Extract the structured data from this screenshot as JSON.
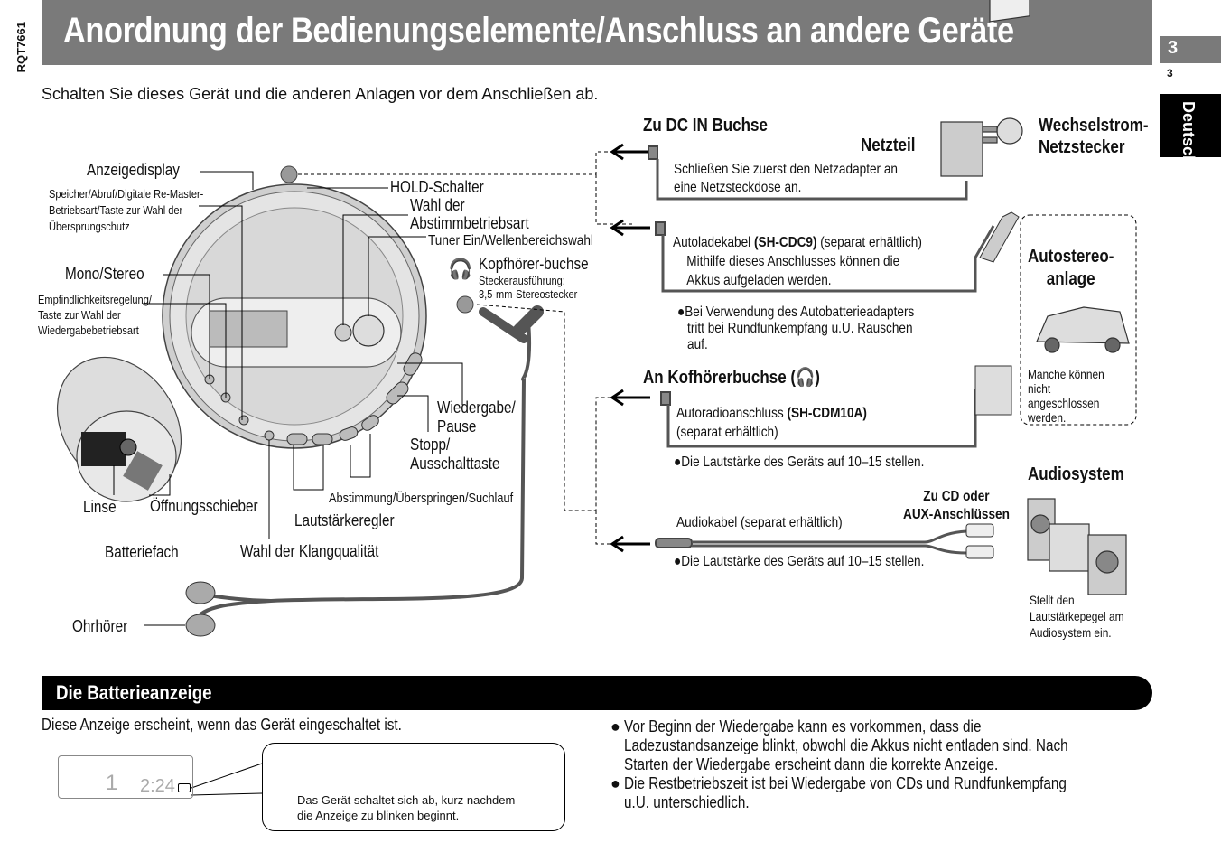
{
  "header": {
    "title": "Anordnung der Bedienungselemente/Anschluss an andere Geräte",
    "page_number": "3",
    "page_number_small": "3",
    "language_tab": "Deutsch",
    "doc_code": "RQT7661"
  },
  "intro": "Schalten Sie dieses Gerät und die anderen Anlagen vor dem Anschließen ab.",
  "device_labels": {
    "anzeigedisplay": "Anzeigedisplay",
    "speicher": [
      "Speicher/Abruf/Digitale Re-Master-",
      "Betriebsart/Taste zur Wahl der",
      "Übersprungschutz"
    ],
    "mono_stereo": "Mono/Stereo",
    "empfindlichkeit": [
      "Empfindlichkeitsregelung/",
      "Taste zur Wahl der",
      "Wiedergabebetriebsart"
    ],
    "hold": "HOLD-Schalter",
    "wahl_abstimm": [
      "Wahl der",
      "Abstimmbetriebsart"
    ],
    "tuner": "Tuner Ein/Wellenbereichswahl",
    "kopfhoerer": "Kopfhörer-buchse",
    "stecker": [
      "Steckerausführung:",
      "3,5-mm-Stereostecker"
    ],
    "wiedergabe": [
      "Wiedergabe/",
      "Pause"
    ],
    "stopp": [
      "Stopp/",
      "Ausschalttaste"
    ],
    "abstimmung": "Abstimmung/Überspringen/Suchlauf",
    "linse": "Linse",
    "oeffnung": "Öffnungsschieber",
    "lautstaerke": "Lautstärkeregler",
    "batteriefach": "Batteriefach",
    "klang": "Wahl der Klangqualität",
    "ohrhoerer": "Ohrhörer"
  },
  "connections": {
    "dc_in": "Zu DC IN Buchse",
    "netzteil": "Netzteil",
    "wechselstrom": [
      "Wechselstrom-",
      "Netzstecker"
    ],
    "netz_note": [
      "Schließen Sie zuerst den Netzadapter an",
      "eine Netzsteckdose an."
    ],
    "autolade_pre": "Autoladekabel ",
    "autolade_model": "(SH-CDC9)",
    "autolade_post": " (separat erhältlich)",
    "autolade_lines": [
      "Mithilfe dieses Anschlusses können die",
      "Akkus aufgeladen werden."
    ],
    "autobatt_note": [
      "Bei Verwendung des Autobatterieadapters",
      "tritt bei Rundfunkempfang u.U. Rauschen",
      "auf."
    ],
    "autostereo": [
      "Autostereo-",
      "anlage"
    ],
    "autostereo_note": [
      "Manche können",
      "nicht",
      "angeschlossen",
      "werden."
    ],
    "kopf_head": "An Kofhörerbuchse (",
    "kopf_head_end": ")",
    "autoradio_pre": "Autoradioanschluss ",
    "autoradio_model": "(SH-CDM10A)",
    "autoradio_post": "(separat erhältlich)",
    "volume_note": "Die Lautstärke des Geräts auf 10–15 stellen.",
    "audiosystem": "Audiosystem",
    "cd_aux": [
      "Zu CD oder",
      "AUX-Anschlüssen"
    ],
    "audiokabel": "Audiokabel (separat erhältlich)",
    "audiosystem_note": [
      "Stellt den",
      "Lautstärkepegel am",
      "Audiosystem ein."
    ]
  },
  "battery": {
    "title": "Die Batterieanzeige",
    "intro": "Diese Anzeige erscheint, wenn das Gerät eingeschaltet ist.",
    "lcd_track": "1",
    "lcd_time": "2:24",
    "callout_note": [
      "Das Gerät schaltet sich ab, kurz nachdem",
      "die Anzeige zu blinken beginnt."
    ],
    "bullets": [
      "Vor Beginn der Wiedergabe kann es vorkommen, dass die Ladezustandsanzeige blinkt, obwohl die Akkus nicht entladen sind. Nach Starten der Wiedergabe erscheint dann die korrekte Anzeige.",
      "Die Restbetriebszeit ist bei Wiedergabe von CDs und Rundfunkempfang u.U. unterschiedlich."
    ]
  }
}
